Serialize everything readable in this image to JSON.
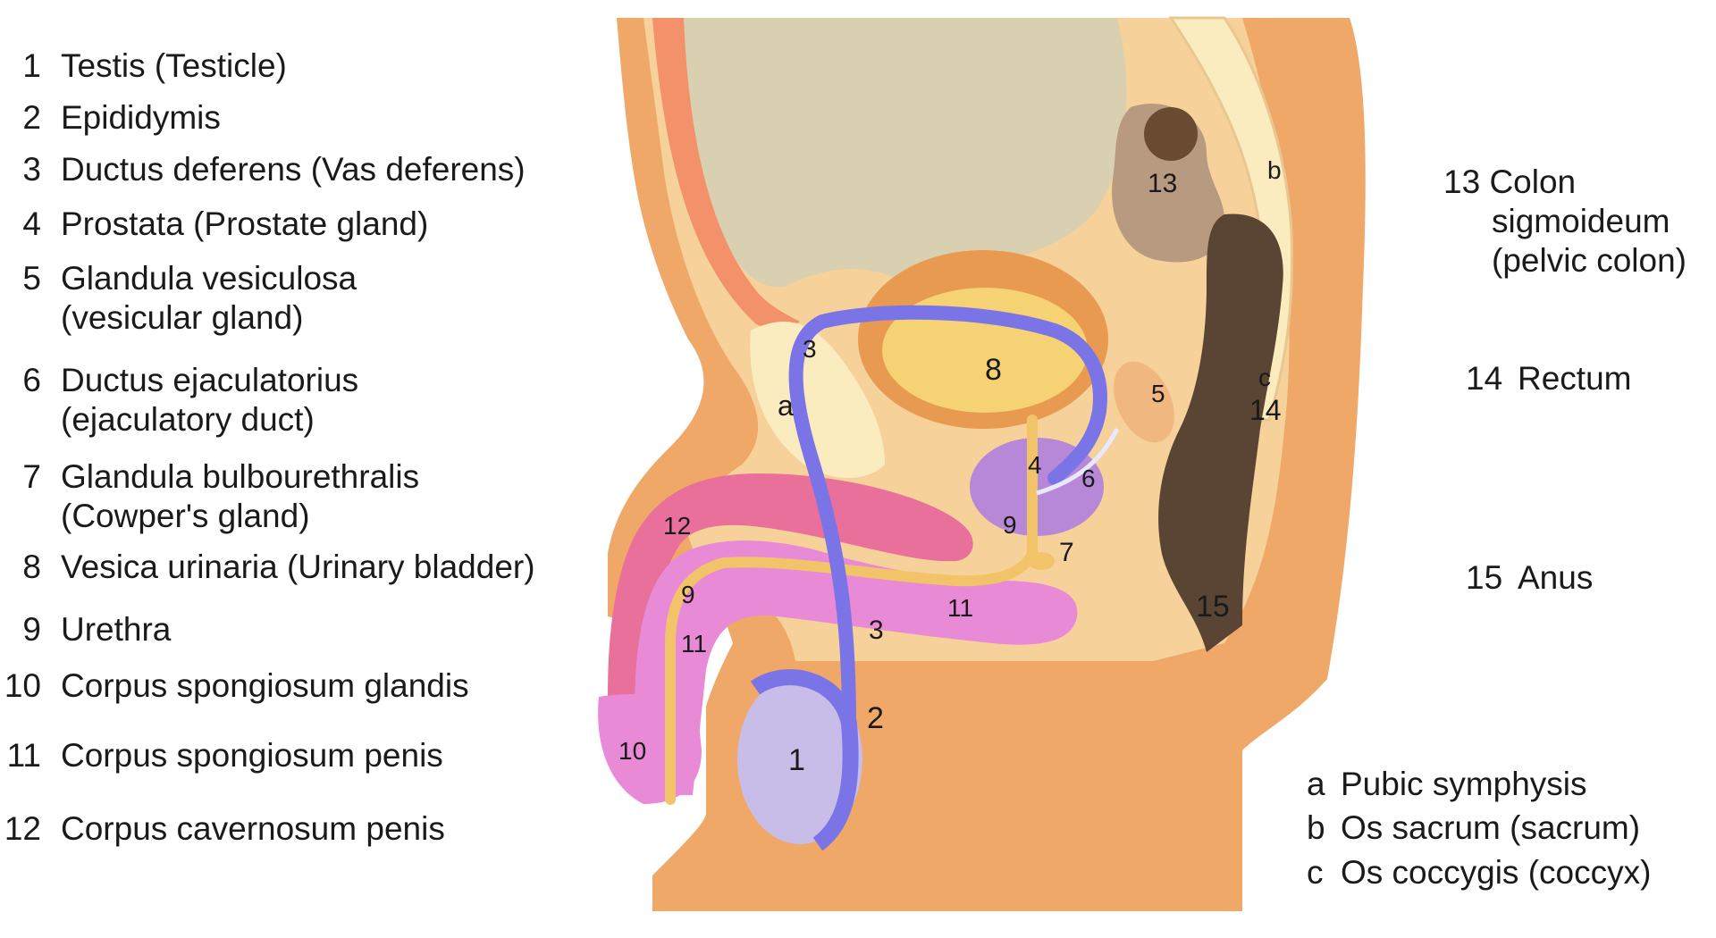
{
  "legend_numbered": [
    {
      "num": "1",
      "line1": "Testis (Testicle)",
      "line2": ""
    },
    {
      "num": "2",
      "line1": "Epididymis",
      "line2": ""
    },
    {
      "num": "3",
      "line1": "Ductus deferens (Vas deferens)",
      "line2": ""
    },
    {
      "num": "4",
      "line1": "Prostata (Prostate gland)",
      "line2": ""
    },
    {
      "num": "5",
      "line1": "Glandula vesiculosa",
      "line2": "(vesicular gland)"
    },
    {
      "num": "6",
      "line1": "Ductus ejaculatorius",
      "line2": "(ejaculatory duct)"
    },
    {
      "num": "7",
      "line1": "Glandula bulbourethralis",
      "line2": "(Cowper's gland)"
    },
    {
      "num": "8",
      "line1": "Vesica urinaria (Urinary bladder)",
      "line2": ""
    },
    {
      "num": "9",
      "line1": "Urethra",
      "line2": ""
    },
    {
      "num": "10",
      "line1": "Corpus spongiosum glandis",
      "line2": ""
    },
    {
      "num": "11",
      "line1": "Corpus spongiosum penis",
      "line2": ""
    },
    {
      "num": "12",
      "line1": "Corpus cavernosum penis",
      "line2": ""
    }
  ],
  "legend_right": {
    "colon": {
      "num": "13",
      "line1": "Colon",
      "line2": "sigmoideum",
      "line3": "(pelvic colon)"
    },
    "rectum": {
      "num": "14",
      "text": "Rectum"
    },
    "anus": {
      "num": "15",
      "text": "Anus"
    }
  },
  "legend_letters": [
    {
      "letter": "a",
      "text": "Pubic symphysis"
    },
    {
      "letter": "b",
      "text": "Os sacrum (sacrum)"
    },
    {
      "letter": "c",
      "text": "Os coccygis (coccyx)"
    }
  ],
  "diagram_labels": {
    "testis": "1",
    "epididymis": "2",
    "vas_upper": "3",
    "vas_lower": "3",
    "prostate": "4",
    "vesicular_gland": "5",
    "ejaculatory_duct": "6",
    "cowper": "7",
    "bladder": "8",
    "urethra_prostatic": "9",
    "urethra_penile": "9",
    "glans": "10",
    "spongiosum_base": "11",
    "spongiosum_shaft": "11",
    "cavernosum": "12",
    "colon": "13",
    "rectum": "14",
    "anus": "15",
    "pubic": "a",
    "sacrum": "b",
    "coccyx": "c"
  },
  "colors": {
    "body": "#f0a868",
    "inner": "#f6d29a",
    "cavity": "#d8d0b0",
    "bone": "#fbecc0",
    "bladder_wall": "#e89a50",
    "bladder_lumen": "#f5d273",
    "duct": "#7b74e6",
    "testis": "#c8bde8",
    "prostate": "#b888d8",
    "cavernosum": "#e8709a",
    "spongiosum": "#e88ad6",
    "urethra": "#f2c46a",
    "rectum": "#5a4434",
    "colon": "#b89a80"
  }
}
